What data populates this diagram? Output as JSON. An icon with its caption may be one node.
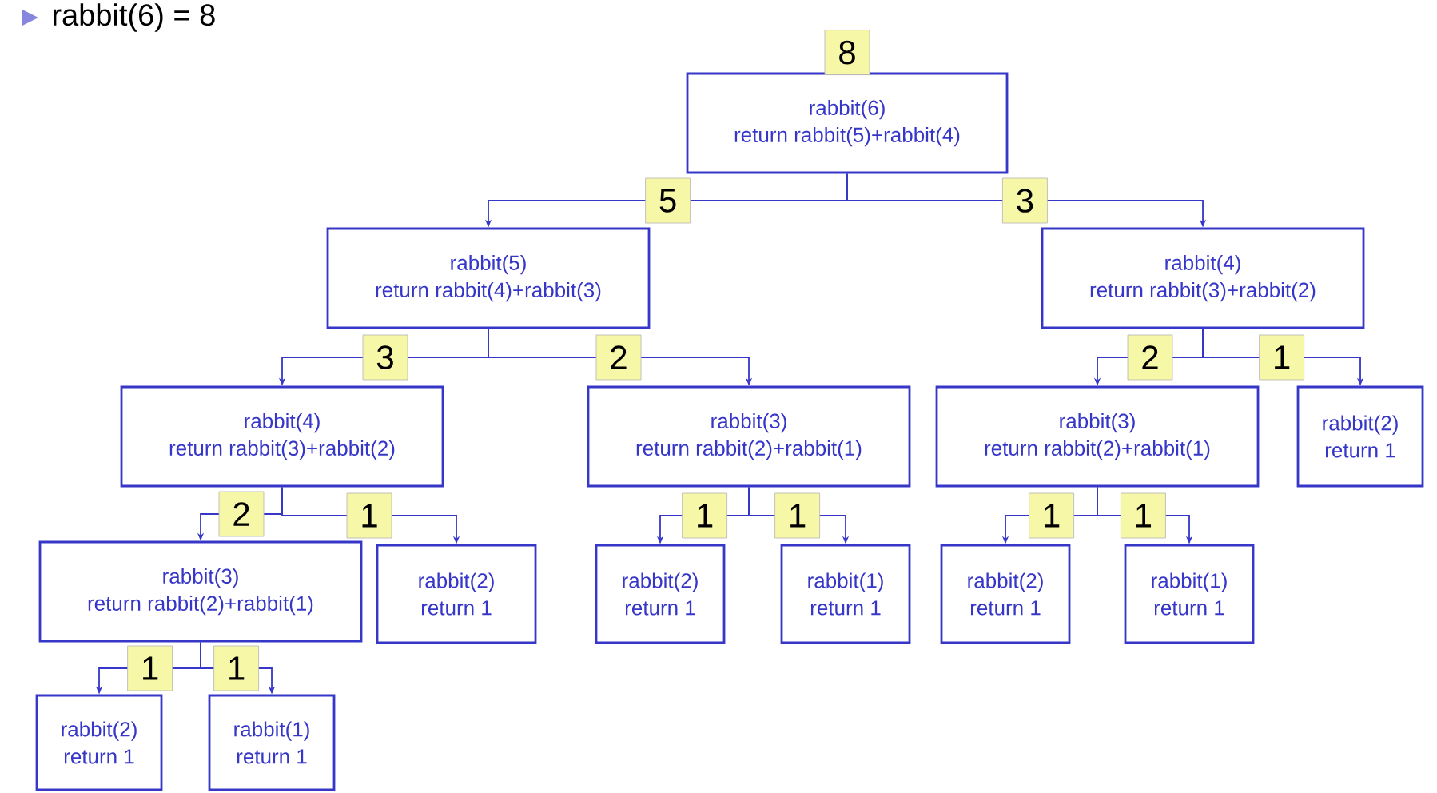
{
  "diagram": {
    "title": "rabbit(6) = 8",
    "nodes": [
      {
        "text": [
          "rabbit(6)",
          "return rabbit(5)+rabbit(4)"
        ],
        "beside": [
          "8"
        ]
      },
      {
        "text": [
          "rabbit(5)",
          "return rabbit(4)+rabbit(3)"
        ]
      },
      {
        "text": [
          "rabbit(4)",
          "return rabbit(3)+rabbit(2)"
        ]
      },
      {
        "text": [
          "rabbit(4)",
          "return rabbit(3)+rabbit(2)"
        ]
      },
      {
        "text": [
          "rabbit(3)",
          "return rabbit(2)+rabbit(1)"
        ]
      },
      {
        "text": [
          "rabbit(3)",
          "return rabbit(2)+rabbit(1)"
        ]
      },
      {
        "text": [
          "rabbit(2)",
          "return 1"
        ]
      },
      {
        "text": [
          "rabbit(3)",
          "return rabbit(2)+rabbit(1)"
        ]
      },
      {
        "text": [
          "rabbit(2)",
          "return 1"
        ]
      },
      {
        "text": [
          "rabbit(2)",
          "return 1"
        ]
      },
      {
        "text": [
          "rabbit(1)",
          "return 1"
        ]
      },
      {
        "text": [
          "rabbit(2)",
          "return 1"
        ]
      },
      {
        "text": [
          "rabbit(1)",
          "return 1"
        ]
      },
      {
        "text": [
          "rabbit(2)",
          "return 1"
        ]
      },
      {
        "text": [
          "rabbit(1)",
          "return 1"
        ]
      }
    ],
    "edges": [
      {
        "from": 0,
        "to": 1,
        "arrow": "to",
        "label": "5"
      },
      {
        "from": 0,
        "to": 2,
        "arrow": "to",
        "label": "3"
      },
      {
        "from": 1,
        "to": 3,
        "arrow": "to",
        "label": "3"
      },
      {
        "from": 1,
        "to": 4,
        "arrow": "to",
        "label": "2"
      },
      {
        "from": 2,
        "to": 5,
        "arrow": "to",
        "label": "2"
      },
      {
        "from": 2,
        "to": 6,
        "arrow": "to",
        "label": "1"
      },
      {
        "from": 3,
        "to": 7,
        "arrow": "to",
        "label": "2"
      },
      {
        "from": 3,
        "to": 8,
        "arrow": "to",
        "label": "1"
      },
      {
        "from": 4,
        "to": 9,
        "arrow": "to",
        "label": "1"
      },
      {
        "from": 4,
        "to": 10,
        "arrow": "to",
        "label": "1"
      },
      {
        "from": 5,
        "to": 11,
        "arrow": "to",
        "label": "1"
      },
      {
        "from": 5,
        "to": 12,
        "arrow": "to",
        "label": "1"
      },
      {
        "from": 7,
        "to": 13,
        "arrow": "to",
        "label": "1"
      },
      {
        "from": 7,
        "to": 14,
        "arrow": "to",
        "label": "1"
      }
    ]
  }
}
